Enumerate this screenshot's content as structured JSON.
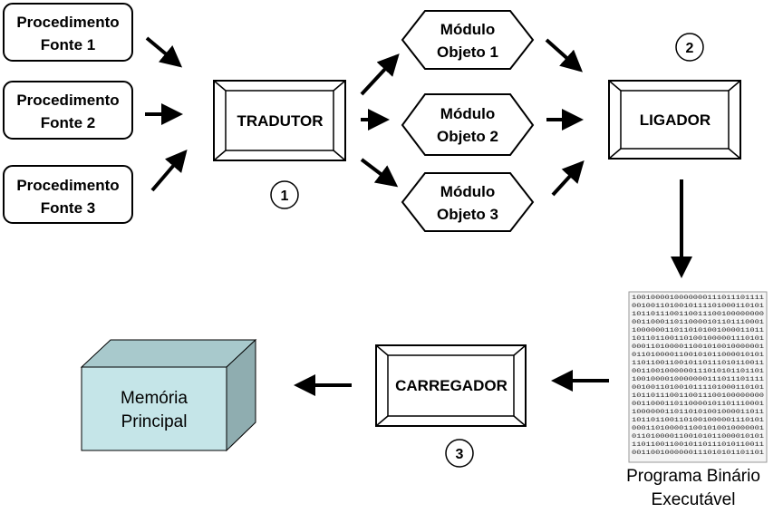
{
  "sources": [
    {
      "line1": "Procedimento",
      "line2": "Fonte 1"
    },
    {
      "line1": "Procedimento",
      "line2": "Fonte 2"
    },
    {
      "line1": "Procedimento",
      "line2": "Fonte 3"
    }
  ],
  "tradutor": {
    "label": "TRADUTOR",
    "number": "1"
  },
  "modules": [
    {
      "line1": "Módulo",
      "line2": "Objeto 1"
    },
    {
      "line1": "Módulo",
      "line2": "Objeto 2"
    },
    {
      "line1": "Módulo",
      "line2": "Objeto 3"
    }
  ],
  "ligador": {
    "label": "LIGADOR",
    "number": "2"
  },
  "binary_program": {
    "line1": "Programa Binário",
    "line2": "Executável",
    "rows": [
      "1001000010000000111011101111",
      "0010011010010111101000110101",
      "1011011100110011100100000000",
      "0011000110110000101101110001",
      "1000000110110101001000011011",
      "1011011001101001000001110101",
      "0001101000011001010010000001",
      "0110100001100101011000010101",
      "1101100110010110111010110011",
      "0011001000000111010101101101",
      "1001000010000000111011101111",
      "0010011010010111101000110101",
      "1011011100110011100100000000",
      "0011000110110000101101110001",
      "1000000110110101001000011011",
      "1011011001101001000001110101",
      "0001101000011001010010000001",
      "0110100001100101011000010101",
      "1101100110010110111010110011",
      "0011001000000111010101101101"
    ]
  },
  "carregador": {
    "label": "CARREGADOR",
    "number": "3"
  },
  "memory": {
    "line1": "Memória",
    "line2": "Principal",
    "front_color": "#c5e5e8",
    "side_color": "#8fadb0",
    "top_color": "#a8c9cc"
  }
}
